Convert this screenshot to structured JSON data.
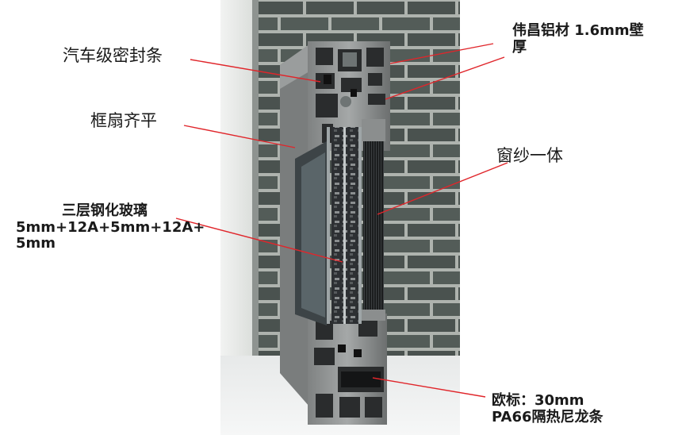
{
  "callouts": {
    "sealing_strip": "汽车级密封条",
    "frame_sash_flush": "框扇齐平",
    "glass_title": "三层钢化玻璃",
    "glass_spec_line1": "5mm+12A+5mm+12A+",
    "glass_spec_line2": "5mm",
    "wall_thickness_line1": "伟昌铝材 1.6mm壁",
    "wall_thickness_line2": "厚",
    "screen_integrated": "窗纱一体",
    "thermal_strip_line1": "欧标：30mm",
    "thermal_strip_line2": "PA66隔热尼龙条"
  },
  "colors": {
    "leader_line": "#e0262b",
    "aluminum": "#8d8f8f",
    "aluminum_dark": "#5d6060",
    "brick": "#4a524f",
    "mortar": "#aeb3ae"
  }
}
